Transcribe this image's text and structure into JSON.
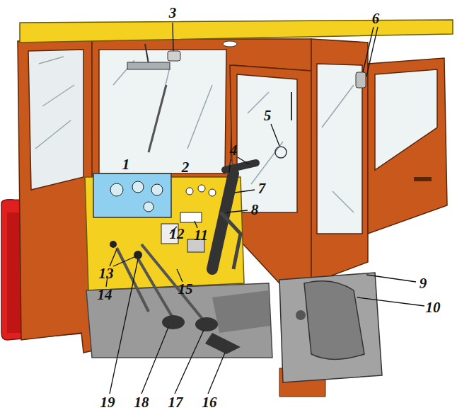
{
  "diagram": {
    "labels": [
      "3",
      "6",
      "1",
      "2",
      "4",
      "5",
      "7",
      "8",
      "11",
      "12",
      "13",
      "9",
      "10",
      "14",
      "15",
      "19",
      "18",
      "17",
      "16"
    ]
  }
}
